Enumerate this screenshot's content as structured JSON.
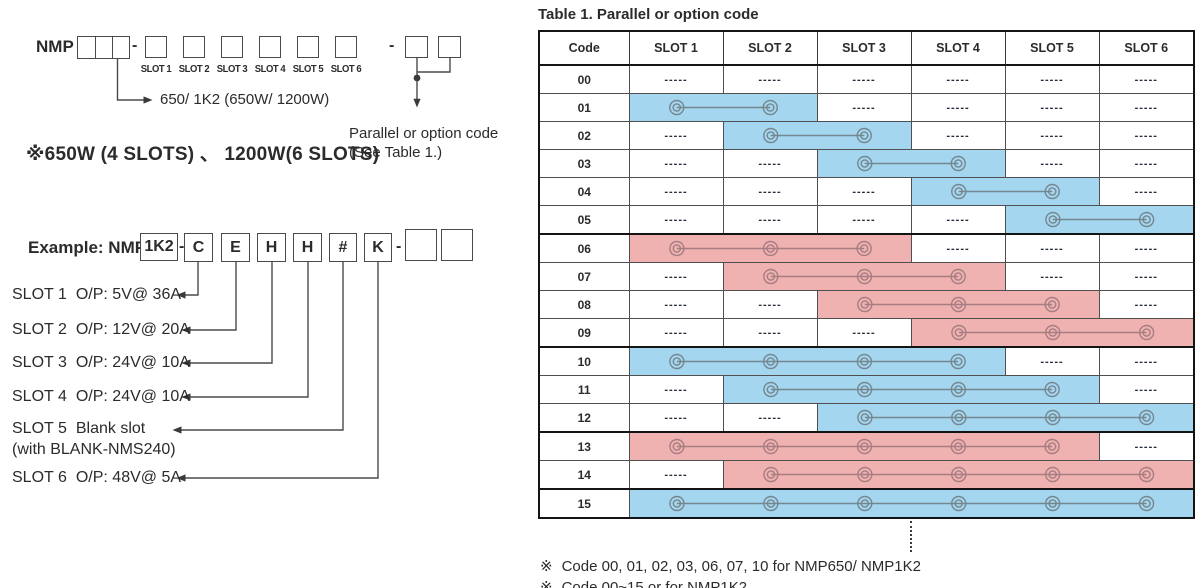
{
  "diagram": {
    "prefix": "NMP",
    "dash": "-",
    "slot_labels": [
      "SLOT 1",
      "SLOT 2",
      "SLOT 3",
      "SLOT 4",
      "SLOT 5",
      "SLOT 6"
    ],
    "power_line": "650/ 1K2 (650W/ 1200W)",
    "watt_note_marker": "※",
    "watt_note": "650W (4 SLOTS) 、 1200W(6 SLOTS)",
    "parallel_note_line1": "Parallel or option code",
    "parallel_note_line2": "(See Table 1.)"
  },
  "example": {
    "label": "Example: NMP",
    "power_code": "1K2",
    "dash": "-",
    "codes": [
      "C",
      "E",
      "H",
      "H",
      "#",
      "K"
    ],
    "slots": [
      {
        "name": "SLOT 1",
        "desc": "O/P: 5V@ 36A"
      },
      {
        "name": "SLOT 2",
        "desc": "O/P: 12V@ 20A"
      },
      {
        "name": "SLOT 3",
        "desc": "O/P: 24V@ 10A"
      },
      {
        "name": "SLOT 4",
        "desc": "O/P: 24V@ 10A"
      },
      {
        "name": "SLOT 5",
        "desc": "Blank slot",
        "sub": "(with BLANK-NMS240)"
      },
      {
        "name": "SLOT 6",
        "desc": "O/P: 48V@ 5A"
      }
    ]
  },
  "table": {
    "title": "Table 1. Parallel or option code",
    "headers": [
      "Code",
      "SLOT 1",
      "SLOT 2",
      "SLOT 3",
      "SLOT 4",
      "SLOT 5",
      "SLOT 6"
    ],
    "dash": "-----",
    "colors": {
      "blue": "#a5d6f0",
      "pink": "#f0b1b1"
    },
    "stroke_colors": {
      "blue": "#74878f",
      "pink": "#a67e82"
    },
    "rows": [
      {
        "code": "00",
        "run": null
      },
      {
        "code": "01",
        "run": {
          "from": 1,
          "to": 2,
          "color": "blue"
        }
      },
      {
        "code": "02",
        "run": {
          "from": 2,
          "to": 3,
          "color": "blue"
        }
      },
      {
        "code": "03",
        "run": {
          "from": 3,
          "to": 4,
          "color": "blue"
        }
      },
      {
        "code": "04",
        "run": {
          "from": 4,
          "to": 5,
          "color": "blue"
        }
      },
      {
        "code": "05",
        "run": {
          "from": 5,
          "to": 6,
          "color": "blue"
        }
      },
      {
        "code": "06",
        "run": {
          "from": 1,
          "to": 3,
          "color": "pink"
        },
        "thick_top": true
      },
      {
        "code": "07",
        "run": {
          "from": 2,
          "to": 4,
          "color": "pink"
        }
      },
      {
        "code": "08",
        "run": {
          "from": 3,
          "to": 5,
          "color": "pink"
        }
      },
      {
        "code": "09",
        "run": {
          "from": 4,
          "to": 6,
          "color": "pink"
        }
      },
      {
        "code": "10",
        "run": {
          "from": 1,
          "to": 4,
          "color": "blue"
        },
        "thick_top": true
      },
      {
        "code": "11",
        "run": {
          "from": 2,
          "to": 5,
          "color": "blue"
        }
      },
      {
        "code": "12",
        "run": {
          "from": 3,
          "to": 6,
          "color": "blue"
        }
      },
      {
        "code": "13",
        "run": {
          "from": 1,
          "to": 5,
          "color": "pink"
        },
        "thick_top": true
      },
      {
        "code": "14",
        "run": {
          "from": 2,
          "to": 6,
          "color": "pink"
        }
      },
      {
        "code": "15",
        "run": {
          "from": 1,
          "to": 6,
          "color": "blue"
        },
        "thick_top": true
      }
    ]
  },
  "notes": [
    {
      "marker": "※",
      "text": "Code 00, 01, 02, 03, 06, 07, 10 for NMP650/ NMP1K2"
    },
    {
      "marker": "※",
      "text": "Code 00~15 or for NMP1K2"
    }
  ]
}
